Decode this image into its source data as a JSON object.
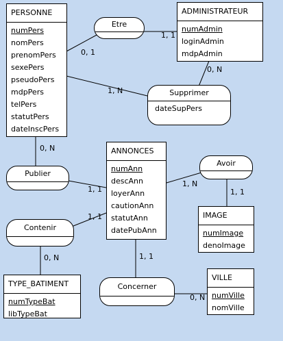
{
  "entities": {
    "personne": {
      "name": "PERSONNE",
      "attributes": [
        "numPers",
        "nomPers",
        "prenomPers",
        "sexePers",
        "pseudoPers",
        "mdpPers",
        "telPers",
        "statutPers",
        "dateInscPers"
      ]
    },
    "administrateur": {
      "name": "ADMINISTRATEUR",
      "attributes": [
        "numAdmin",
        "loginAdmin",
        "mdpAdmin"
      ]
    },
    "annonces": {
      "name": "ANNONCES",
      "attributes": [
        "numAnn",
        "descAnn",
        "loyerAnn",
        "cautionAnn",
        "statutAnn",
        "datePubAnn"
      ]
    },
    "image": {
      "name": "IMAGE",
      "attributes": [
        "numImage",
        "denoImage"
      ]
    },
    "type_batiment": {
      "name": "TYPE_BATIMENT",
      "attributes": [
        "numTypeBat",
        "libTypeBat"
      ]
    },
    "ville": {
      "name": "VILLE",
      "attributes": [
        "numVille",
        "nomVille"
      ]
    }
  },
  "associations": {
    "etre": {
      "name": "Etre"
    },
    "supprimer": {
      "name": "Supprimer",
      "attributes": [
        "dateSupPers"
      ]
    },
    "publier": {
      "name": "Publier"
    },
    "avoir": {
      "name": "Avoir"
    },
    "contenir": {
      "name": "Contenir"
    },
    "concerner": {
      "name": "Concerner"
    }
  },
  "cardinalities": {
    "personne_etre": "0, 1",
    "administrateur_etre": "1, 1",
    "personne_supprimer": "1, N",
    "administrateur_supprimer": "0, N",
    "personne_publier": "0, N",
    "annonces_publier": "1, 1",
    "annonces_avoir": "1, N",
    "image_avoir": "1, 1",
    "annonces_contenir": "1, 1",
    "type_batiment_contenir": "0, N",
    "annonces_concerner": "1, 1",
    "ville_concerner": "0, N"
  }
}
